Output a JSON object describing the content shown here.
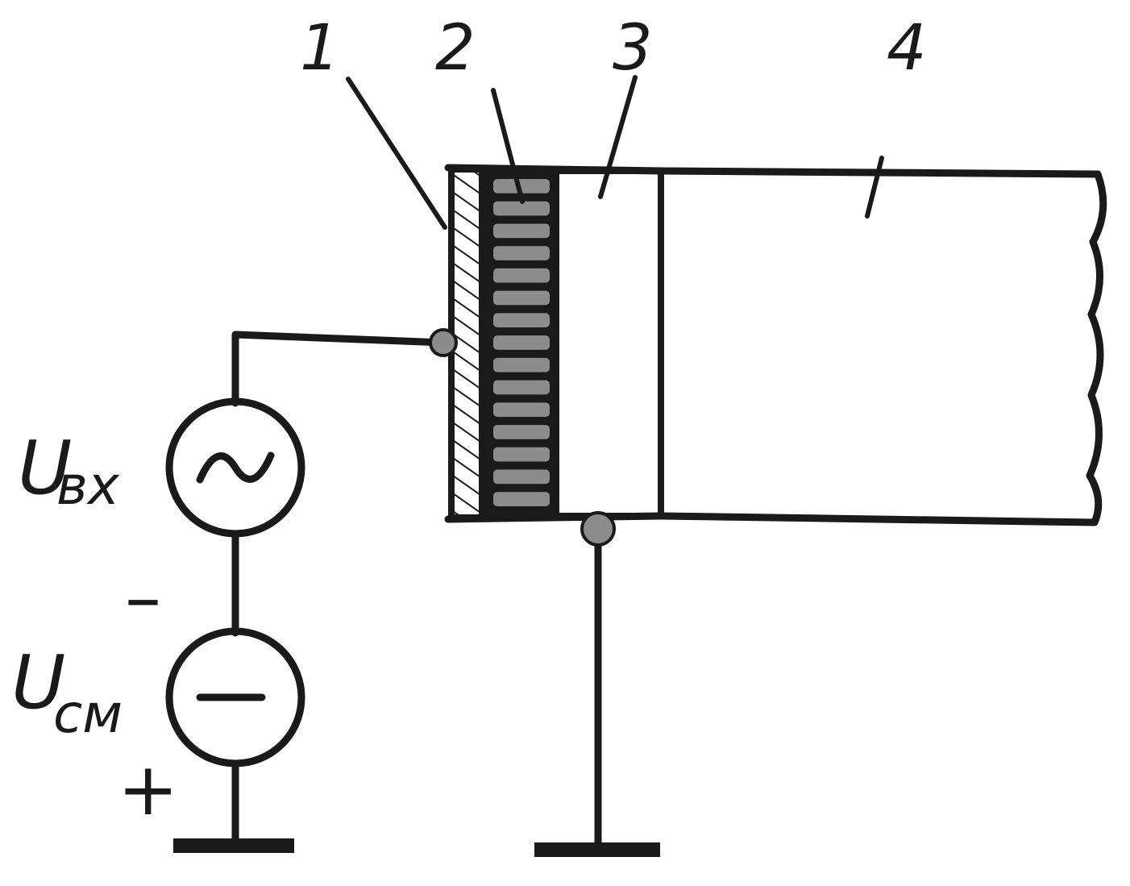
{
  "labels": {
    "part1": "1",
    "part2": "2",
    "part3": "3",
    "part4": "4"
  },
  "sources": {
    "input": {
      "symbol": "U",
      "subscript": "вх",
      "glyph": "~"
    },
    "bias": {
      "symbol": "U",
      "subscript": "см",
      "minus_sign": "–",
      "plus_sign": "+"
    }
  },
  "colors": {
    "ink": "#1a1a1a",
    "fill_gray": "#8c8c8c",
    "background": "#ffffff"
  }
}
